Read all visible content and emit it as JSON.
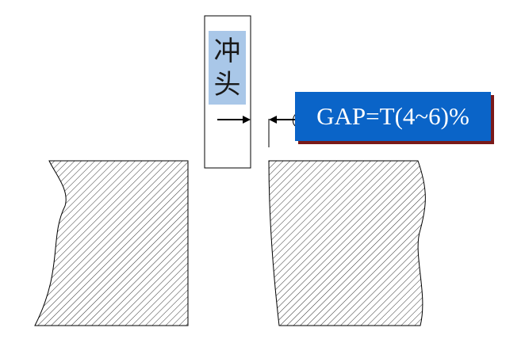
{
  "punch": {
    "label_line1": "冲",
    "label_line2": "头"
  },
  "callout": {
    "text": "GAP=T(4~6)%"
  },
  "colors": {
    "punch_label_bg": "#a9c7e8",
    "callout_bg": "#0a64c8",
    "callout_shadow": "#7a1a1a",
    "line": "#000000"
  }
}
